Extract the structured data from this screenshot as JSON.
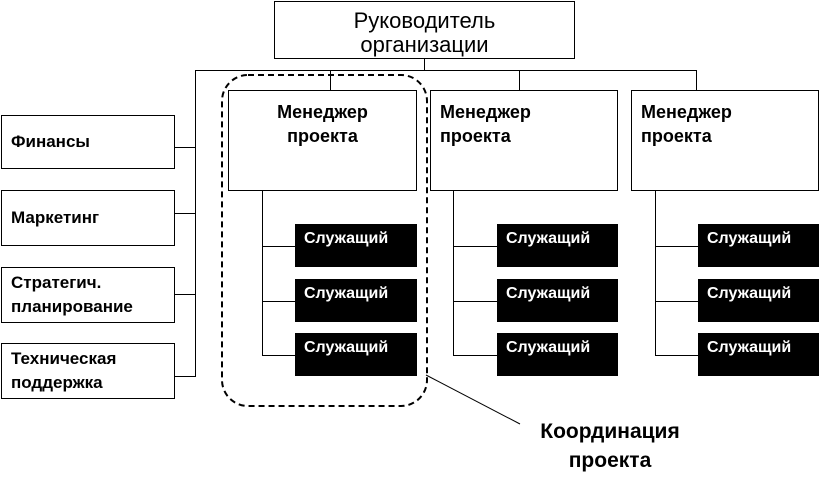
{
  "head": {
    "line1": "Руководитель",
    "line2": "организации"
  },
  "departments": [
    {
      "line1": "Финансы",
      "line2": ""
    },
    {
      "line1": "Маркетинг",
      "line2": ""
    },
    {
      "line1": "Стратегич.",
      "line2": "планирование"
    },
    {
      "line1": "Техническая",
      "line2": "поддержка"
    }
  ],
  "managers": [
    {
      "line1": "Менеджер",
      "line2": "проекта"
    },
    {
      "line1": "Менеджер",
      "line2": "проекта"
    },
    {
      "line1": "Менеджер",
      "line2": "проекта"
    }
  ],
  "employee_label": "Служащий",
  "coordination": {
    "line1": "Координация",
    "line2": "проекта"
  }
}
